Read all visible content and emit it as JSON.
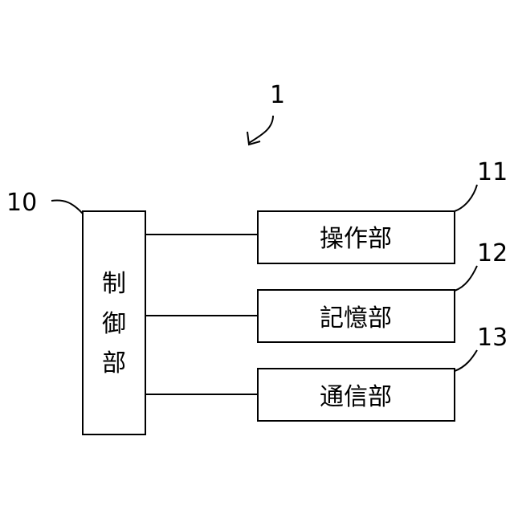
{
  "diagram": {
    "system_ref": "1",
    "control_unit": {
      "ref": "10",
      "label_chars": [
        "制",
        "御",
        "部"
      ]
    },
    "units": [
      {
        "ref": "11",
        "label": "操作部"
      },
      {
        "ref": "12",
        "label": "記憶部"
      },
      {
        "ref": "13",
        "label": "通信部"
      }
    ]
  }
}
